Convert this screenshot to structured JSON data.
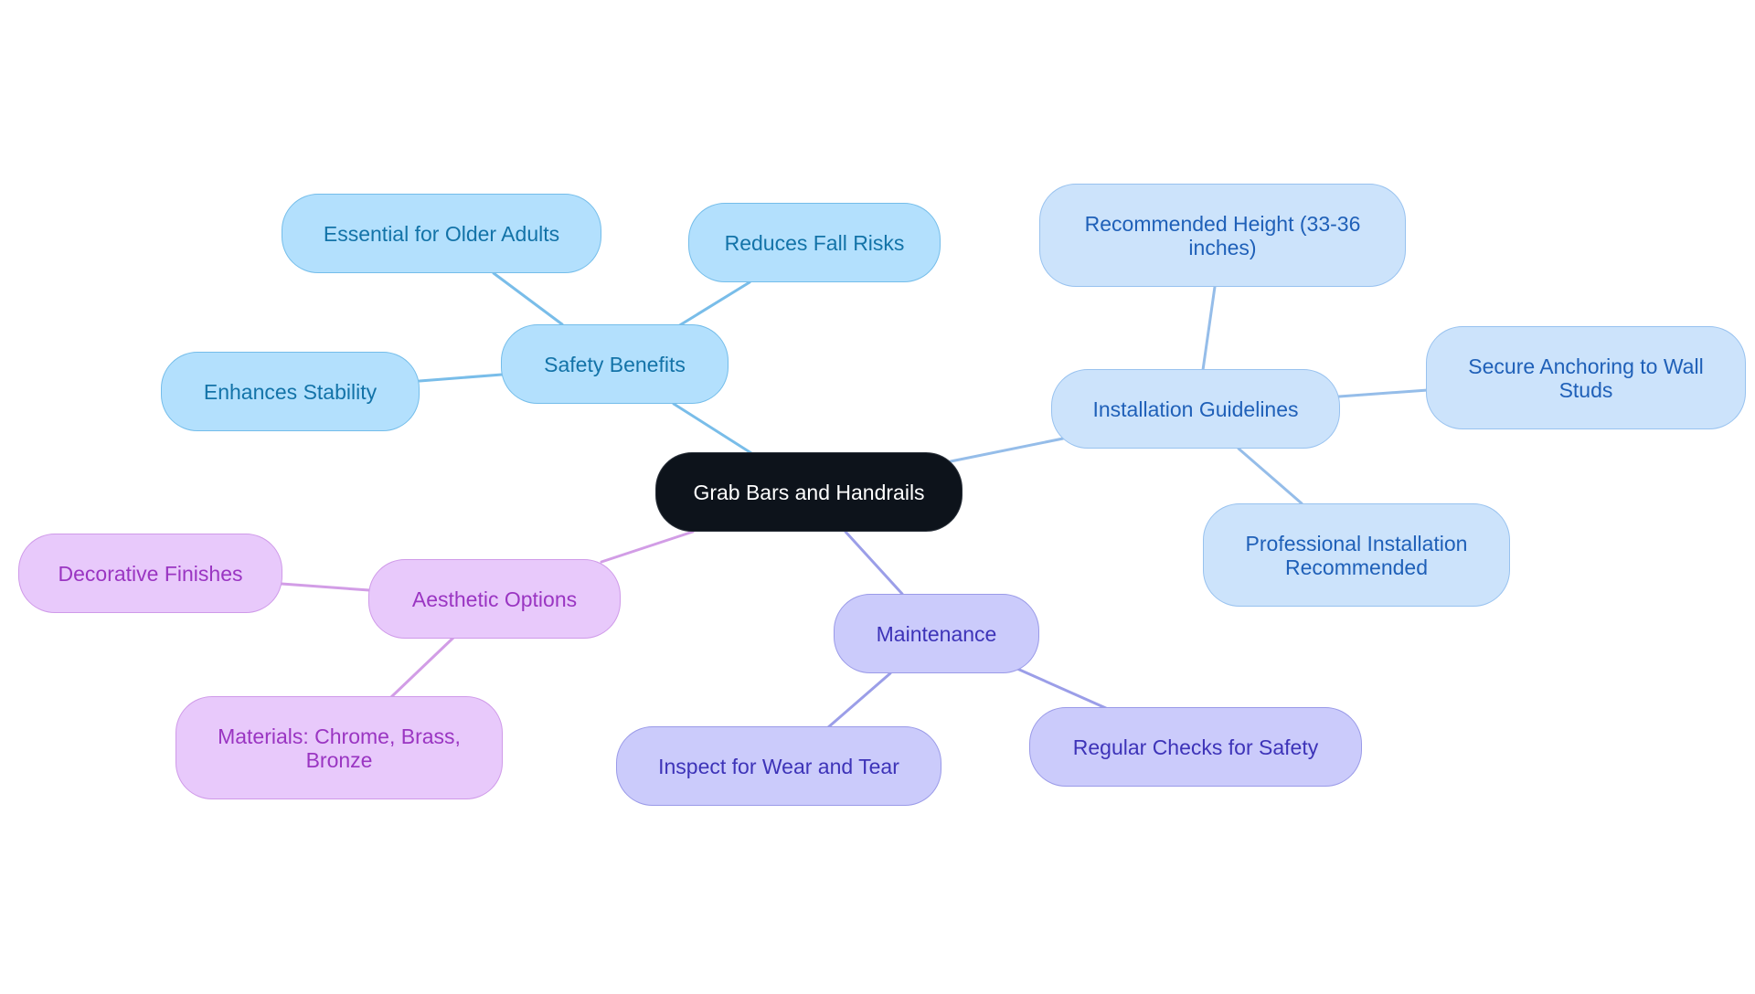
{
  "root": {
    "label": "Grab Bars and Handrails",
    "color": "#0d131b"
  },
  "branches": [
    {
      "label": "Safety Benefits",
      "color": "#79bde9",
      "children": [
        "Essential for Older Adults",
        "Reduces Fall Risks",
        "Enhances Stability"
      ]
    },
    {
      "label": "Installation Guidelines",
      "color": "#95bde9",
      "children": [
        "Recommended Height (33-36 inches)",
        "Secure Anchoring to Wall Studs",
        "Professional Installation Recommended"
      ]
    },
    {
      "label": "Maintenance",
      "color": "#9b9ee8",
      "children": [
        "Inspect for Wear and Tear",
        "Regular Checks for Safety"
      ]
    },
    {
      "label": "Aesthetic Options",
      "color": "#d29de6",
      "children": [
        "Decorative Finishes",
        "Materials: Chrome, Brass, Bronze"
      ]
    }
  ]
}
